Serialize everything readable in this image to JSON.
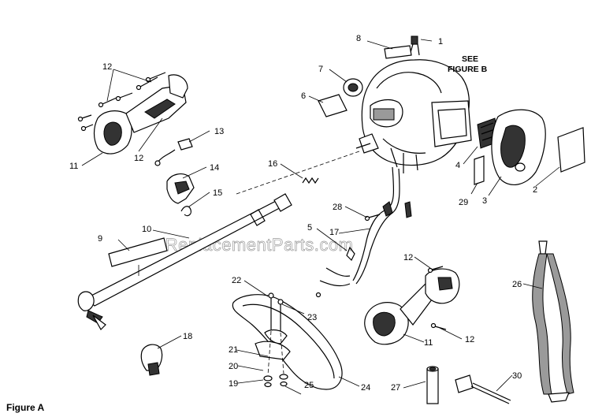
{
  "figure_label": "Figure A",
  "see_note": {
    "line1": "SEE",
    "line2": "FIGURE B"
  },
  "watermark": "eReplacementParts.com",
  "callouts": {
    "c1": "1",
    "c2": "2",
    "c3": "3",
    "c4": "4",
    "c5": "5",
    "c6": "6",
    "c7": "7",
    "c8": "8",
    "c9": "9",
    "c10": "10",
    "c11a": "11",
    "c11b": "11",
    "c12a": "12",
    "c12b": "12",
    "c12c": "12",
    "c12d": "12",
    "c13": "13",
    "c14": "14",
    "c15": "15",
    "c16": "16",
    "c17": "17",
    "c18": "18",
    "c19": "19",
    "c20": "20",
    "c21": "21",
    "c22": "22",
    "c23": "23",
    "c24": "24",
    "c25": "25",
    "c26": "26",
    "c27": "27",
    "c28": "28",
    "c29": "29",
    "c30": "30"
  }
}
